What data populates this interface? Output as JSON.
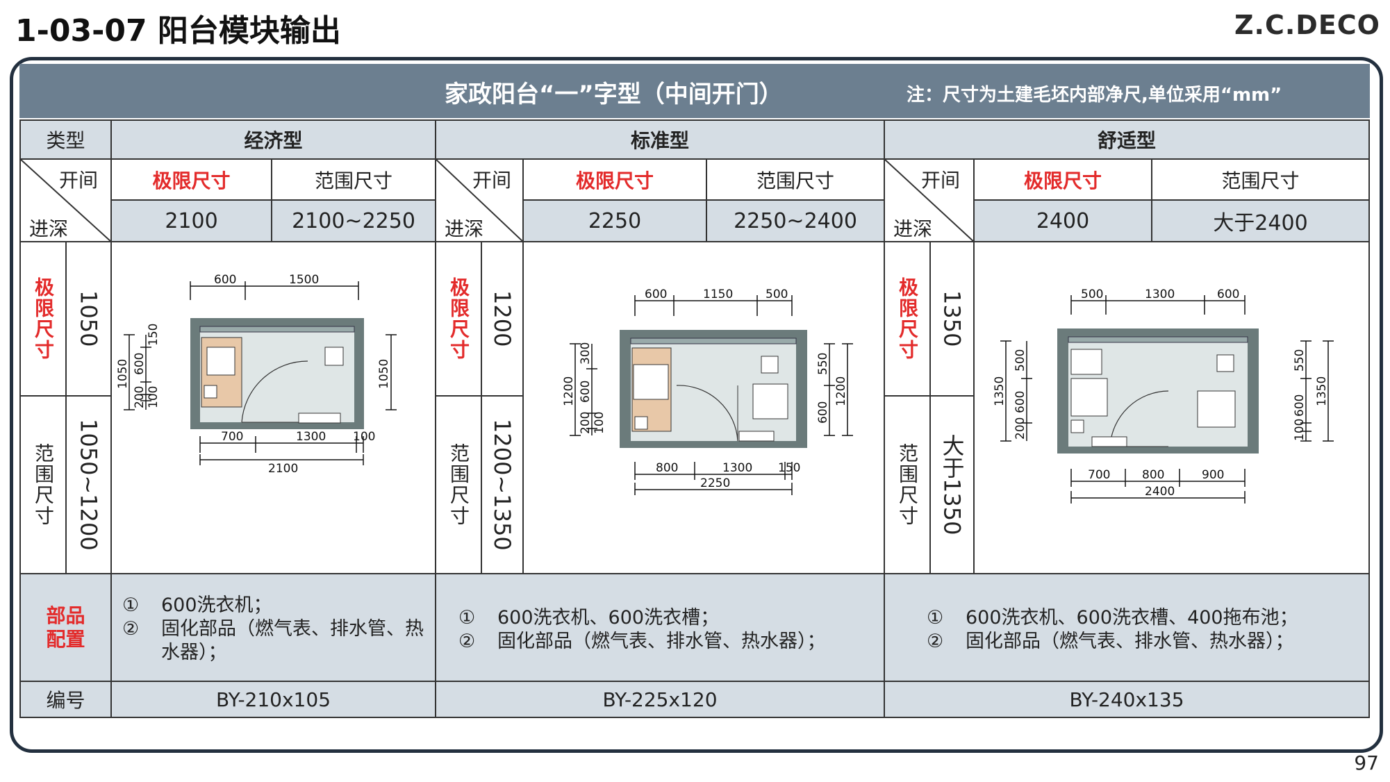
{
  "page": {
    "title": "1-03-07 阳台模块输出",
    "brand": "Z.C.DECO",
    "page_number": "97"
  },
  "header": {
    "title": "家政阳台“一”字型（中间开门）",
    "note": "注：尺寸为土建毛坯内部净尺,单位采用“mm”"
  },
  "row_labels": {
    "type": "类型",
    "opening": "开间",
    "depth": "进深",
    "limit": "极限尺寸",
    "range": "范围尺寸",
    "config": "部品配置",
    "code": "编号"
  },
  "columns": [
    {
      "type": "经济型",
      "width_limit": "2100",
      "width_range": "2100~2250",
      "depth_limit": "1050",
      "depth_range": "1050~1200",
      "config": [
        {
          "num": "①",
          "text": "600洗衣机；"
        },
        {
          "num": "②",
          "text": "固化部品（燃气表、排水管、热水器）；"
        }
      ],
      "code": "BY-210x105",
      "plan": {
        "top_dims": [
          "600",
          "1500"
        ],
        "bottom_dims": [
          "700",
          "1300",
          "100"
        ],
        "total": "2100",
        "left_dims": [
          "1050",
          "600",
          "150",
          "200",
          "100"
        ],
        "right_dims": [
          "1050"
        ]
      }
    },
    {
      "type": "标准型",
      "width_limit": "2250",
      "width_range": "2250~2400",
      "depth_limit": "1200",
      "depth_range": "1200~1350",
      "config": [
        {
          "num": "①",
          "text": "600洗衣机、600洗衣槽；"
        },
        {
          "num": "②",
          "text": "固化部品（燃气表、排水管、热水器）；"
        }
      ],
      "code": "BY-225x120",
      "plan": {
        "top_dims": [
          "600",
          "1150",
          "500"
        ],
        "bottom_dims": [
          "800",
          "1300",
          "150"
        ],
        "total": "2250",
        "left_dims": [
          "1200",
          "300",
          "600",
          "200",
          "100"
        ],
        "right_dims": [
          "550",
          "600",
          "1200"
        ]
      }
    },
    {
      "type": "舒适型",
      "width_limit": "2400",
      "width_range": "大于2400",
      "depth_limit": "1350",
      "depth_range": "大于1350",
      "config": [
        {
          "num": "①",
          "text": "600洗衣机、600洗衣槽、400拖布池；"
        },
        {
          "num": "②",
          "text": "固化部品（燃气表、排水管、热水器）；"
        }
      ],
      "code": "BY-240x135",
      "plan": {
        "top_dims": [
          "500",
          "1300",
          "600"
        ],
        "bottom_dims": [
          "700",
          "800",
          "900"
        ],
        "total": "2400",
        "left_dims": [
          "1350",
          "500",
          "600",
          "200"
        ],
        "right_dims": [
          "550",
          "600",
          "100",
          "1350"
        ]
      }
    }
  ],
  "colors": {
    "header_bg": "#6c7f90",
    "cell_gray": "#d5dde4",
    "accent_red": "#e32b2b",
    "frame": "#23303f",
    "plan_wall": "#6b7b7b",
    "plan_floor": "#dfe6e6",
    "plan_cabinet": "#e8c8a8"
  }
}
